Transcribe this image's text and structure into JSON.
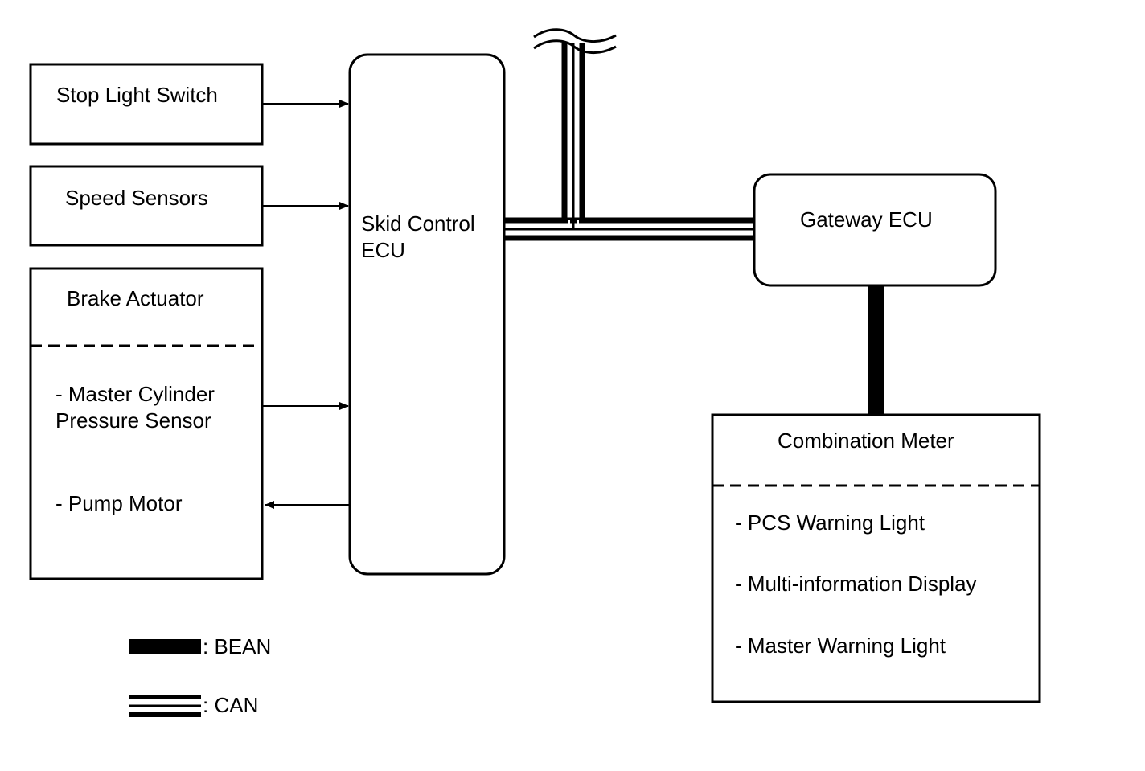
{
  "blocks": {
    "stop_light_switch": "Stop Light Switch",
    "speed_sensors": "Speed Sensors",
    "brake_actuator": {
      "title": "Brake Actuator",
      "item_master_cylinder_line1": "- Master Cylinder",
      "item_master_cylinder_line2": "Pressure Sensor",
      "item_pump_motor": "- Pump Motor"
    },
    "skid_control_ecu": {
      "line1": "Skid Control",
      "line2": "ECU"
    },
    "gateway_ecu": "Gateway ECU",
    "combination_meter": {
      "title": "Combination Meter",
      "items": [
        "- PCS Warning Light",
        "- Multi-information Display",
        "- Master Warning Light"
      ]
    }
  },
  "legend": {
    "bean": ": BEAN",
    "can": ": CAN"
  },
  "colors": {
    "line": "#000000",
    "background": "#ffffff"
  }
}
